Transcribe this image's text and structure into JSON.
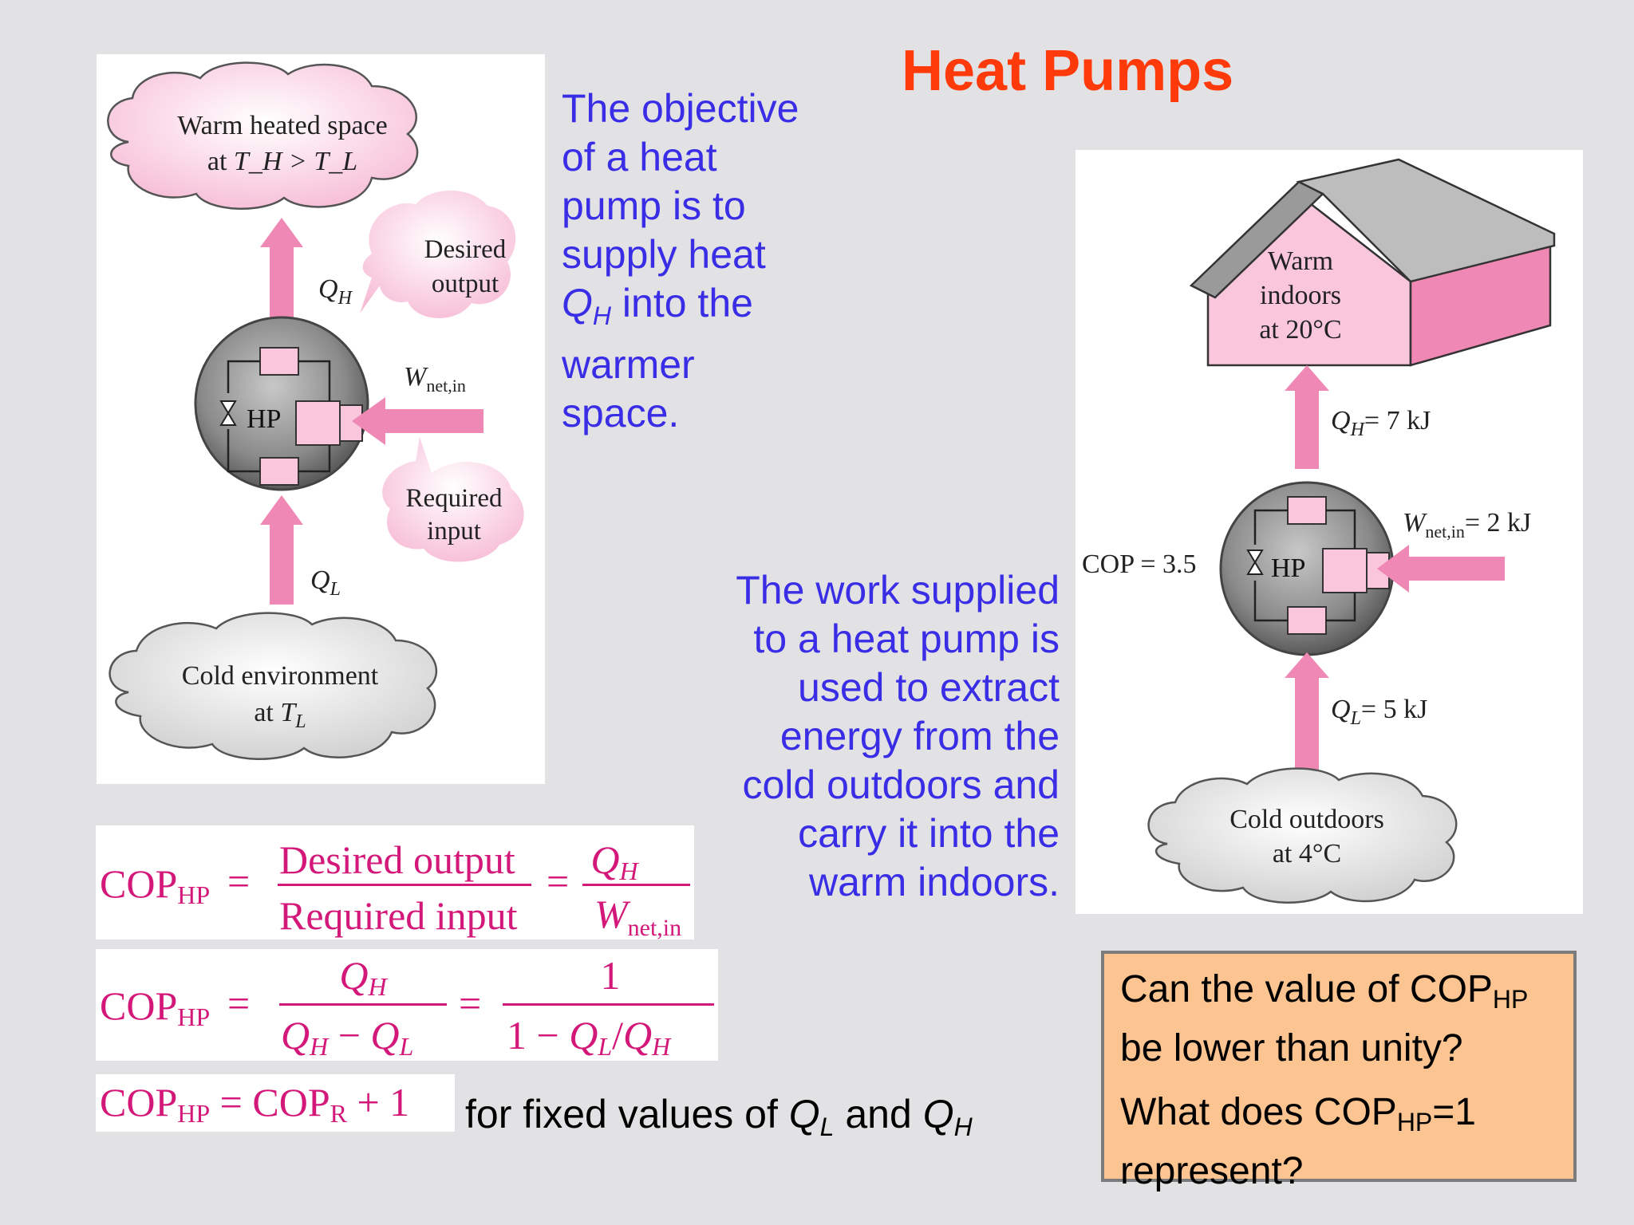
{
  "slide": {
    "title": "Heat Pumps",
    "objective_lines": [
      "The objective",
      "of a heat",
      "pump is to",
      "supply heat",
      "into the",
      "warmer",
      "space."
    ],
    "objective_q_symbol": "Q",
    "objective_q_sub": "H",
    "work_lines": [
      "The work supplied",
      "to a heat pump is",
      "used to extract",
      "energy from the",
      "cold outdoors and",
      "carry it into the",
      "warm indoors."
    ]
  },
  "left_diagram": {
    "warm_space_line1": "Warm heated space",
    "warm_space_line2_prefix": "at ",
    "warm_space_line2_math": "T_H > T_L",
    "qh_label": "Q",
    "qh_sub": "H",
    "desired_output_line1": "Desired",
    "desired_output_line2": "output",
    "hp_label": "HP",
    "wnet_label": "W",
    "wnet_sub": "net,in",
    "required_input_line1": "Required",
    "required_input_line2": "input",
    "ql_label": "Q",
    "ql_sub": "L",
    "cold_env_line1": "Cold environment",
    "cold_env_line2_prefix": "at ",
    "cold_env_line2_T": "T",
    "cold_env_line2_sub": "L"
  },
  "right_diagram": {
    "house_line1": "Warm",
    "house_line2": "indoors",
    "house_line3": "at 20°C",
    "qh_value": "= 7 kJ",
    "wnet_value": "= 2 kJ",
    "cop_value": "COP = 3.5",
    "hp_label": "HP",
    "ql_value": "= 5 kJ",
    "cold_line1": "Cold outdoors",
    "cold_line2": "at 4°C"
  },
  "equations": {
    "cop": "COP",
    "hp_sub": "HP",
    "r_sub": "R",
    "desired_output": "Desired output",
    "required_input": "Required input",
    "eq1_num2": "Q",
    "eq1_num2_sub": "H",
    "eq1_den2": "W",
    "eq1_den2_sub": "net,in",
    "eq2_one": "1",
    "eq2_den_left": "Q",
    "eq2_den_right": "Q",
    "eq2_den2": "1 − Q",
    "eq3_plus": "+ 1",
    "fixed_prefix": "for fixed values of ",
    "fixed_and": " and "
  },
  "question": {
    "q1_prefix": "Can the value of COP",
    "q1_sub": "HP",
    "q1_suffix": "be lower than unity?",
    "q2_prefix": "What does COP",
    "q2_sub": "HP",
    "q2_suffix": "=1",
    "q2_line2": "represent?"
  },
  "colors": {
    "title": "#ff3a0a",
    "blue_text": "#3a2de6",
    "pink": "#ef88b4",
    "pink_light": "#f9c6dc",
    "magenta_eq": "#d4187a",
    "question_bg": "#fbc491"
  }
}
